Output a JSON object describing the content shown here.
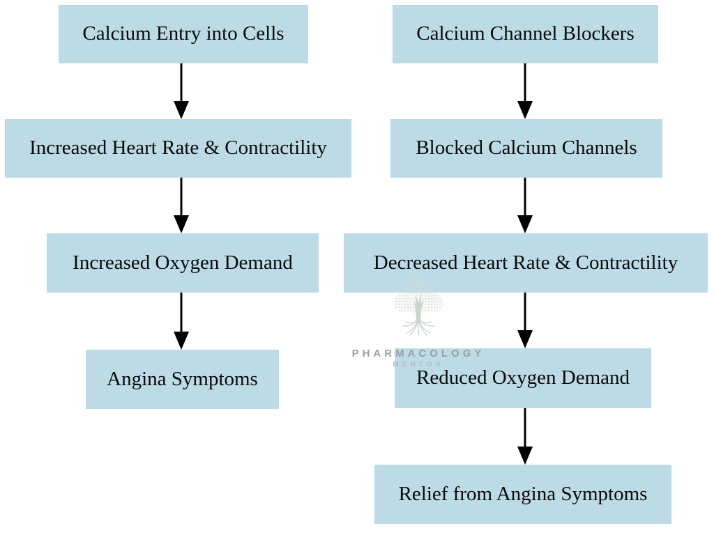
{
  "diagram": {
    "type": "flowchart",
    "left_flow": {
      "nodes": [
        {
          "label": "Calcium Entry into Cells"
        },
        {
          "label": "Increased Heart Rate & Contractility"
        },
        {
          "label": "Increased Oxygen Demand"
        },
        {
          "label": "Angina Symptoms"
        }
      ]
    },
    "right_flow": {
      "nodes": [
        {
          "label": "Calcium Channel Blockers"
        },
        {
          "label": "Blocked Calcium Channels"
        },
        {
          "label": "Decreased Heart Rate & Contractility"
        },
        {
          "label": "Reduced Oxygen Demand"
        },
        {
          "label": "Relief from Angina Symptoms"
        }
      ]
    },
    "watermark": {
      "line1": "PHARMACOLOGY",
      "line2": "MENTOR"
    },
    "colors": {
      "node_fill": "#bcdbe6",
      "node_text": "#0a0a0a",
      "arrow": "#000000",
      "watermark_text": "#9aa1a4",
      "watermark_subtext": "#b7bdc0",
      "watermark_tree": "#d3d9d2"
    }
  }
}
